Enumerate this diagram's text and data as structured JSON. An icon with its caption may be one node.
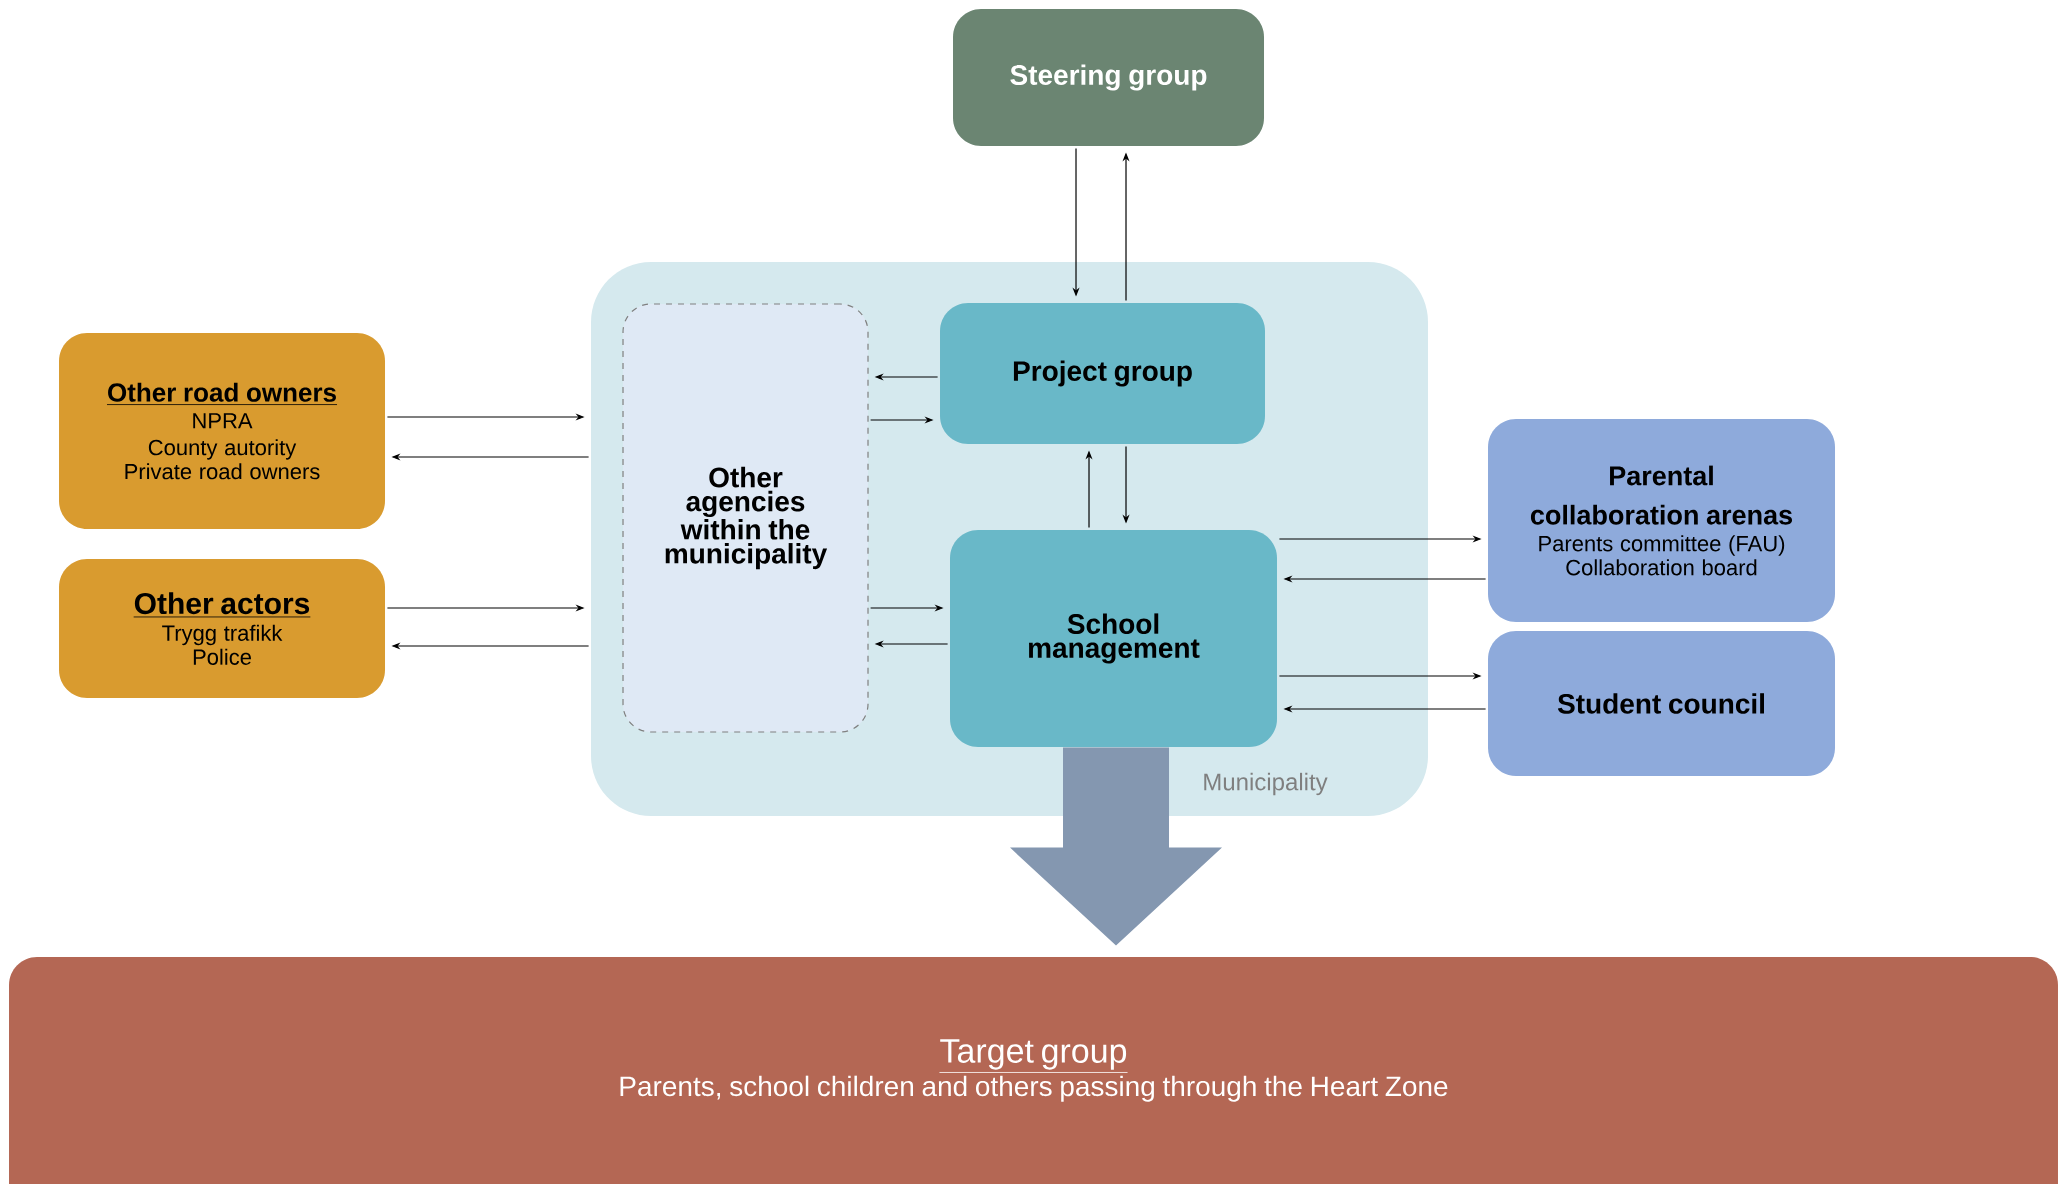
{
  "diagram": {
    "nodes": [
      {
        "text": [
          "Steering group"
        ]
      },
      {
        "text": [
          "Municipality"
        ]
      },
      {
        "text": [
          "Other agencies within the municipality"
        ],
        "in": 1
      },
      {
        "text": [
          "Project group"
        ],
        "in": 1
      },
      {
        "text": [
          "School management"
        ],
        "in": 1
      },
      {
        "text": [
          "Other road owners",
          "NPRA",
          "County autority",
          "Private road owners"
        ]
      },
      {
        "text": [
          "Other actors",
          "Trygg trafikk",
          "Police"
        ]
      },
      {
        "text": [
          "Parental collaboration arenas",
          "Parents committee (FAU)",
          "Collaboration board"
        ]
      },
      {
        "text": [
          "Student council"
        ]
      },
      {
        "text": [
          "Target group",
          "Parents, school children and others passing through the Heart Zone"
        ]
      }
    ],
    "edges": [
      {
        "from": 0,
        "to": 3,
        "arrow": "to"
      },
      {
        "from": 3,
        "to": 0,
        "arrow": "to"
      },
      {
        "from": 3,
        "to": 2,
        "arrow": "to"
      },
      {
        "from": 2,
        "to": 3,
        "arrow": "to"
      },
      {
        "from": 4,
        "to": 3,
        "arrow": "to"
      },
      {
        "from": 3,
        "to": 4,
        "arrow": "to"
      },
      {
        "from": 2,
        "to": 4,
        "arrow": "to"
      },
      {
        "from": 4,
        "to": 2,
        "arrow": "to"
      },
      {
        "from": 5,
        "to": 1,
        "arrow": "to"
      },
      {
        "from": 1,
        "to": 5,
        "arrow": "to"
      },
      {
        "from": 6,
        "to": 1,
        "arrow": "to"
      },
      {
        "from": 1,
        "to": 6,
        "arrow": "to"
      },
      {
        "from": 4,
        "to": 7,
        "arrow": "to"
      },
      {
        "from": 7,
        "to": 4,
        "arrow": "to"
      },
      {
        "from": 4,
        "to": 8,
        "arrow": "to"
      },
      {
        "from": 8,
        "to": 4,
        "arrow": "to"
      },
      {
        "from": 4,
        "to": 9,
        "arrow": "to",
        "style": "thick",
        "color": "#8497b0"
      }
    ]
  }
}
